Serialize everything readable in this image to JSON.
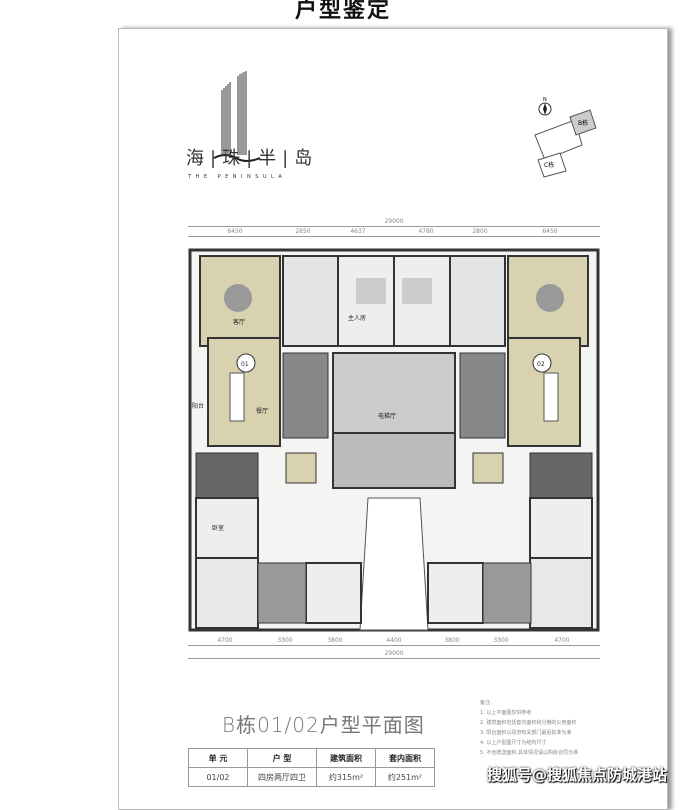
{
  "header": {
    "title": "户型鉴定"
  },
  "logo": {
    "cn": "海|珠|半|岛",
    "en": "THE PENINSULA"
  },
  "site_map": {
    "north": "N",
    "building_b": "B栋",
    "building_c": "C栋"
  },
  "dimensions": {
    "top_total": "29000",
    "top_segments": [
      "6450",
      "2850",
      "4637",
      "4780",
      "2800",
      "6450"
    ],
    "bottom_segments": [
      "4700",
      "3300",
      "3800",
      "4400",
      "3800",
      "3300",
      "4700"
    ],
    "bottom_total": "29000"
  },
  "rooms": {
    "unit1": "01",
    "unit2": "02",
    "dining": "餐厅",
    "living": "客厅",
    "master": "主人房",
    "lobby": "电梯厅",
    "balcony": "阳台",
    "bedroom": "卧室"
  },
  "plan_title": "B栋01/02户型平面图",
  "table": {
    "headers": [
      "单 元",
      "户 型",
      "建筑面积",
      "套内面积"
    ],
    "rows": [
      [
        "01/02",
        "四房两厅四卫",
        "约315m²",
        "约251m²"
      ]
    ]
  },
  "notes": {
    "heading": "备注:",
    "items": [
      "1. 以上平面图仅供参考",
      "2. 建筑面积包括套内面积和分摊的公用面积",
      "3. 阳台面积以政府有关部门最后批准为准",
      "4. 以上户型图尺寸为结构尺寸",
      "5. 不含赠送面积,具体情况请以购房合同为准"
    ]
  },
  "watermark": "搜狐号@搜狐焦点防城港站"
}
